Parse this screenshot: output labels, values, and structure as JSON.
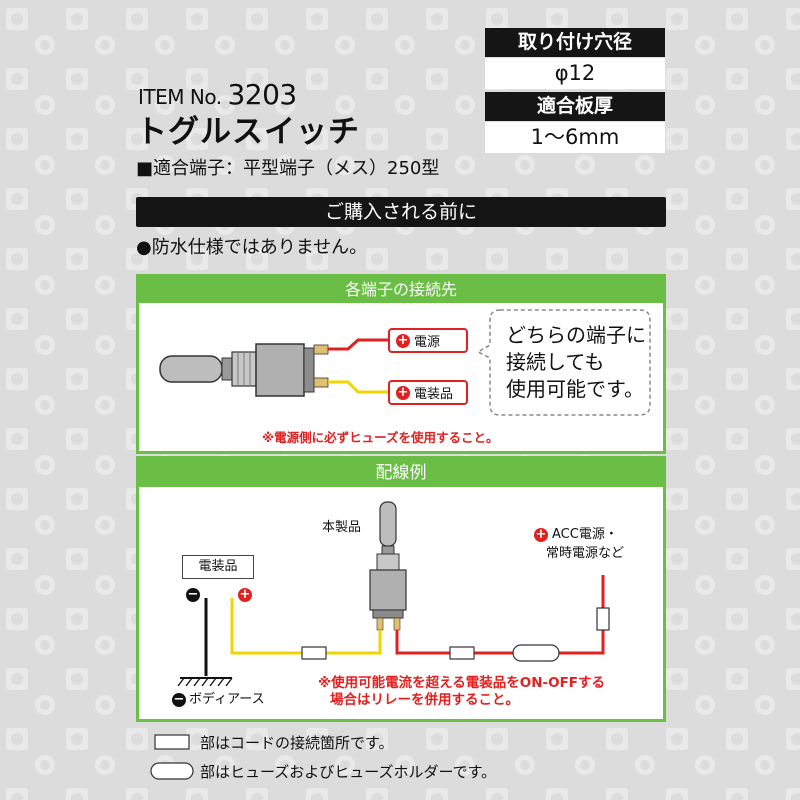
{
  "header": {
    "item_label": "ITEM No.",
    "item_number": "3203",
    "product_name": "トグルスイッチ"
  },
  "specs": {
    "hole_label": "取り付け穴径",
    "hole_value": "φ12",
    "thickness_label": "適合板厚",
    "thickness_value": "1〜6mm"
  },
  "terminal_info": "■適合端子：平型端子（メス）250型",
  "notice": {
    "title": "ご購入される前に",
    "waterproof": "●防水仕様ではありません。"
  },
  "connection_panel": {
    "title": "各端子の接続先",
    "power_label": "電源",
    "device_label": "電装品",
    "plus_symbol": "+",
    "bubble_line1": "どちらの端子に",
    "bubble_line2": "接続しても",
    "bubble_line3": "使用可能です。",
    "fuse_note": "※電源側に必ずヒューズを使用すること。"
  },
  "wiring_panel": {
    "title": "配線例",
    "product_label": "本製品",
    "acc_line1": "ACC電源・",
    "acc_line2": "常時電源など",
    "device_label": "電装品",
    "minus_symbol": "−",
    "plus_symbol": "+",
    "ground_label": "ボディアース",
    "relay_note_line1": "※使用可能電流を超える電装品をON-OFFする",
    "relay_note_line2": "場合はリレーを併用すること。"
  },
  "legend": {
    "connection_text": "部はコードの接続箇所です。",
    "fuse_text": "部はヒューズおよびヒューズホルダーです。"
  },
  "colors": {
    "green": "#6abd45",
    "red": "#e32020",
    "yellow": "#f2d400",
    "dark": "#151515"
  }
}
